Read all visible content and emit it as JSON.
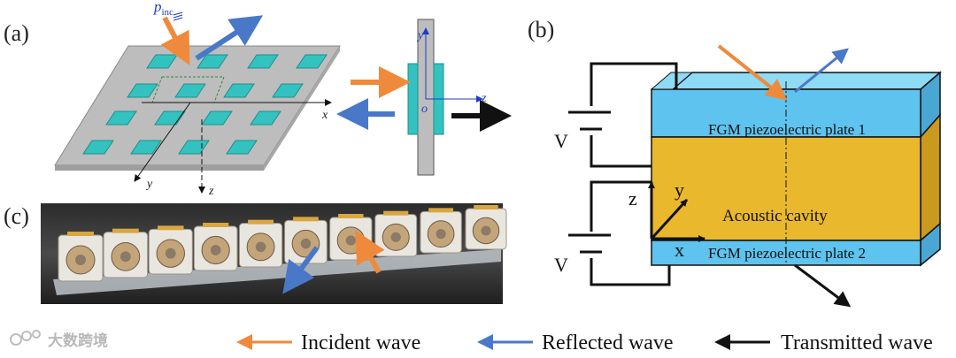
{
  "panels": {
    "a_label": "(a)",
    "b_label": "(b)",
    "c_label": "(c)"
  },
  "panel_a": {
    "p_symbol": "p",
    "p_subscript": "inc",
    "axis_x": "x",
    "axis_y": "y",
    "axis_z": "z",
    "inset_axis_y": "y",
    "inset_axis_z": "z",
    "inset_origin": "o"
  },
  "panel_b": {
    "voltage_top": "V",
    "voltage_bottom": "V",
    "plate1": "FGM piezoelectric plate 1",
    "plate2": "FGM piezoelectric plate 2",
    "cavity": "Acoustic cavity",
    "coord_z": "z",
    "coord_y": "y",
    "coord_x": "x"
  },
  "legend": {
    "incident": "Incident wave",
    "reflected": "Reflected wave",
    "transmitted": "Transmitted wave"
  },
  "watermark": {
    "text": "大数跨境"
  },
  "colors": {
    "incident": "#ef8a3c",
    "reflected": "#4a78c8",
    "transmitted": "#111111",
    "patch": "#33c2c0",
    "plate": "#bdbdbd",
    "fgm_plate": "#5ec3ee",
    "cavity": "#e9b82c"
  }
}
